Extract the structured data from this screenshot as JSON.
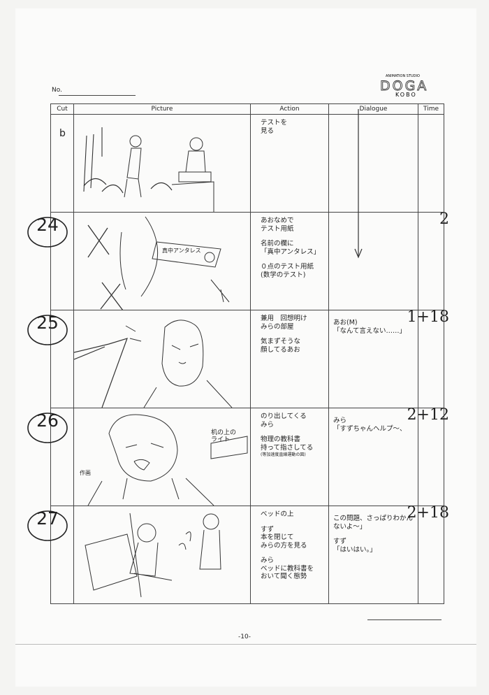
{
  "header": {
    "no_label": "No.",
    "logo_top": "ANIMATION STUDIO",
    "logo_main": "DOGA",
    "logo_sub": "KOBO"
  },
  "columns": {
    "cut": "Cut",
    "picture": "Picture",
    "action": "Action",
    "dialogue": "Dialogue",
    "time": "Time"
  },
  "cuts": [
    {
      "num": "",
      "cut_mark": "b",
      "time": "2",
      "action": [
        "テストを\n見る"
      ],
      "dialogue": []
    },
    {
      "num": "24",
      "cut_mark": "",
      "time": "1+18",
      "action": [
        "あおなめで\nテスト用紙",
        "名前の欄に\n「真中アンタレス」",
        "０点のテスト用紙\n(数学のテスト)"
      ],
      "dialogue": []
    },
    {
      "num": "25",
      "cut_mark": "",
      "time": "2+12",
      "action": [
        "兼用　回想明け\nみらの部屋",
        "気まずそうな\n顔してるあお"
      ],
      "dialogue": [
        "あお(M)\n「なんて言えない……」"
      ]
    },
    {
      "num": "26",
      "cut_mark": "",
      "time": "2+18",
      "action": [
        "のり出してくる\nみら",
        "物理の教科書\n持って指さしてる"
      ],
      "action_note": "(等加速度直線運動の図)",
      "dialogue": [
        "みら\n「すずちゃんヘルプ〜、"
      ]
    },
    {
      "num": "27",
      "cut_mark": "",
      "time": "",
      "action": [
        "ベッドの上",
        "すず\n本を閉じて\nみらの方を見る",
        "みら\nベッドに教科書を\nおいて聞く態勢"
      ],
      "dialogue": [
        "この問題、さっぱりわかん\nないよ〜」",
        "すず\n「はいはい。」"
      ]
    }
  ],
  "picture_labels": {
    "cut24_name": "真中アンタレス",
    "cut26_light": "机の上の\nライト",
    "cut26_sakuga": "作画"
  },
  "page_number": "-10-"
}
